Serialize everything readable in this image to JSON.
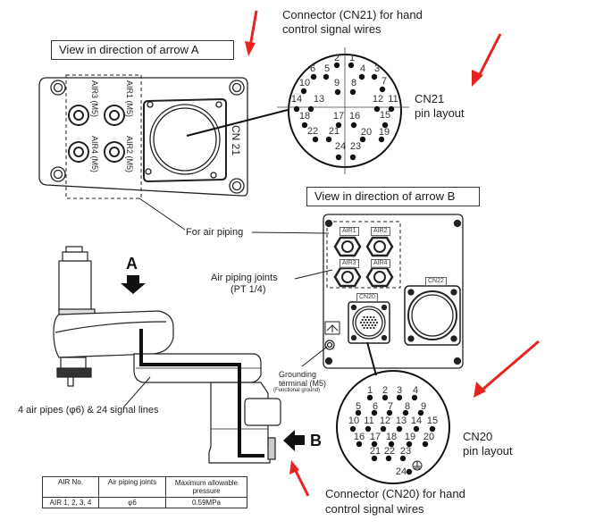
{
  "view_a": {
    "title": "View in direction of arrow A",
    "ports": [
      {
        "id": "AIR1",
        "label": "AIR1 (M5)"
      },
      {
        "id": "AIR2",
        "label": "AIR2 (M5)"
      },
      {
        "id": "AIR3",
        "label": "AIR3 (M5)"
      },
      {
        "id": "AIR4",
        "label": "AIR4 (M5)"
      }
    ],
    "connector_label": "CN 21",
    "air_piping_label": "For air piping"
  },
  "cn21": {
    "caption_line1": "Connector (CN21) for hand",
    "caption_line2": "control signal wires",
    "layout_line1": "CN21",
    "layout_line2": "pin layout",
    "pins": [
      "1",
      "2",
      "3",
      "4",
      "5",
      "6",
      "7",
      "8",
      "9",
      "10",
      "11",
      "12",
      "13",
      "14",
      "15",
      "16",
      "17",
      "18",
      "19",
      "20",
      "21",
      "22",
      "23",
      "24"
    ]
  },
  "view_b": {
    "title": "View in direction of arrow B",
    "air_labels": [
      "AIR1",
      "AIR2",
      "AIR3",
      "AIR4"
    ],
    "cn20_label": "CN20",
    "cn22_label": "CN22",
    "air_joints_line1": "Air piping joints",
    "air_joints_line2": "(PT 1/4)",
    "ground_line1": "Grounding",
    "ground_line2": "terminal (M5)",
    "ground_line3": "(Functional ground)"
  },
  "cn20": {
    "caption_line1": "Connector (CN20) for hand",
    "caption_line2": "control signal wires",
    "layout_line1": "CN20",
    "layout_line2": "pin layout",
    "pins": [
      "1",
      "2",
      "3",
      "4",
      "5",
      "6",
      "7",
      "8",
      "9",
      "10",
      "11",
      "12",
      "13",
      "14",
      "15",
      "16",
      "17",
      "18",
      "19",
      "20",
      "21",
      "22",
      "23",
      "24"
    ],
    "ground_symbol": "⏚"
  },
  "robot": {
    "arrow_a": "A",
    "arrow_b": "B",
    "pipes_label": "4 air pipes (φ6) & 24 signal lines"
  },
  "table": {
    "headers": [
      "AIR No.",
      "Air piping joints",
      "Maximum allowable pressure"
    ],
    "rows": [
      [
        "AIR 1, 2, 3, 4",
        "φ6",
        "0.59MPa"
      ]
    ]
  },
  "annotation_color": "#e8231f"
}
